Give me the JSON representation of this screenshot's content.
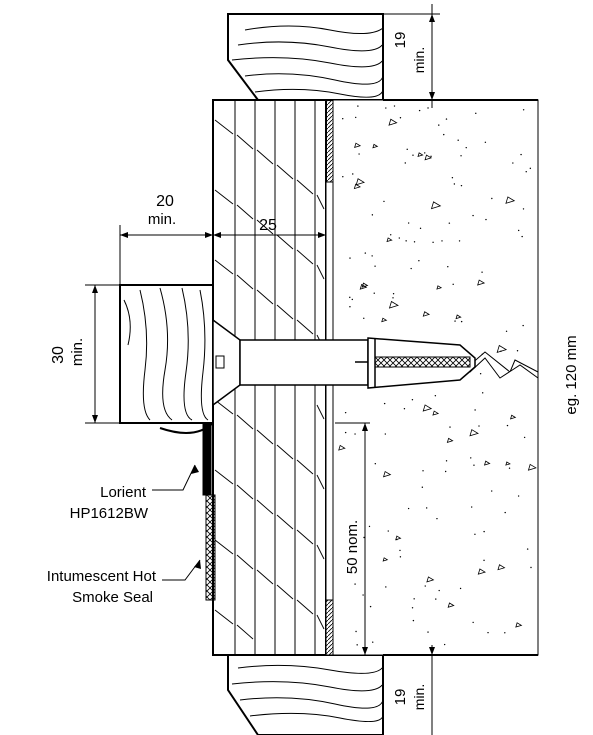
{
  "dimensions": {
    "top_reveal": "19",
    "top_reveal_min": "min.",
    "bottom_reveal": "19",
    "bottom_reveal_min": "min.",
    "stop_offset": "20",
    "stop_offset_min": "min.",
    "frame_thickness": "25",
    "stop_depth": "30",
    "stop_depth_min": "min.",
    "seal_spacing": "50 nom.",
    "wall_thickness": "eg. 120 mm"
  },
  "labels": {
    "seal_product_line1": "Lorient",
    "seal_product_line2": "HP1612BW",
    "intumescent_line1": "Intumescent Hot",
    "intumescent_line2": "Smoke Seal"
  },
  "colors": {
    "line": "#000000",
    "background": "#ffffff"
  }
}
